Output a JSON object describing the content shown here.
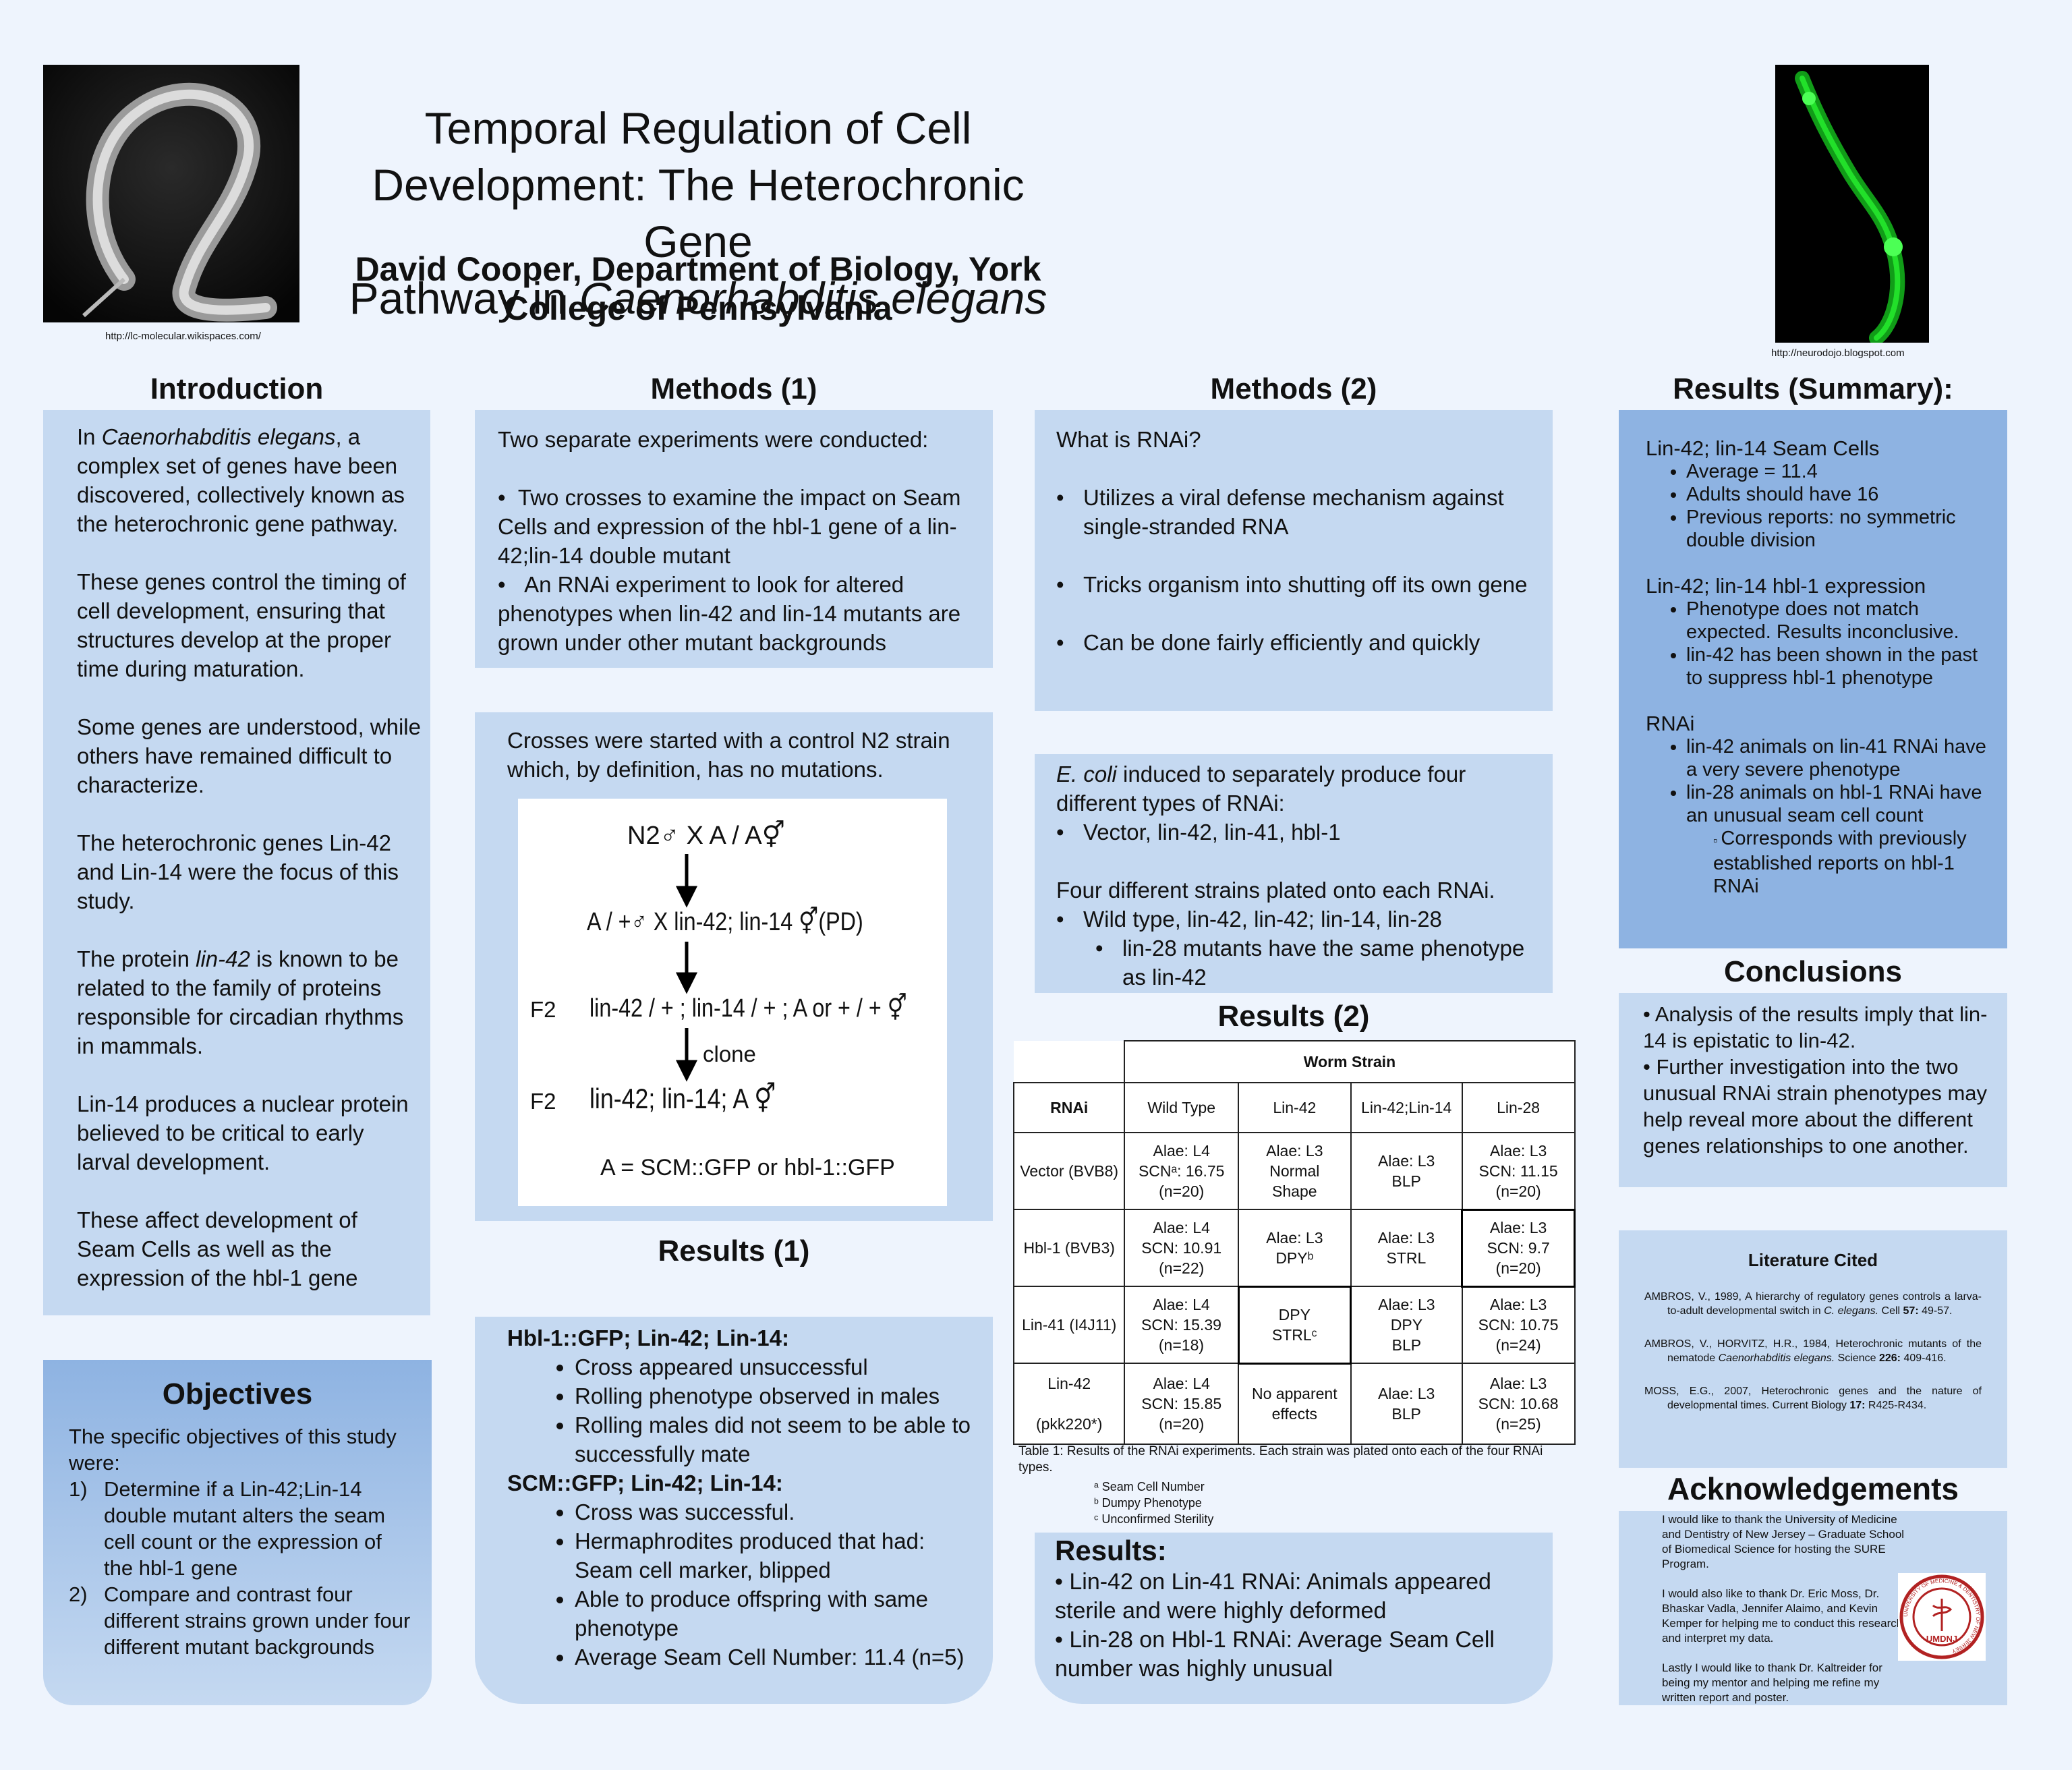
{
  "header": {
    "title_line1": "Temporal Regulation of Cell Development: The Heterochronic Gene",
    "title_line2_prefix": "Pathway in ",
    "title_line2_italic": "Caenorhabditis elegans",
    "author": "David Cooper, Department of Biology, York College of Pennsylvania",
    "left_image_credit": "http://lc-molecular.wikispaces.com/",
    "right_image_credit": "http://neurodojo.blogspot.com"
  },
  "introduction": {
    "heading": "Introduction",
    "p1_pre": "In ",
    "p1_italic": "Caenorhabditis elegans",
    "p1_post": ", a complex set of genes have been discovered, collectively known as the heterochronic gene pathway.",
    "p2": "These genes control the timing of cell development, ensuring that structures develop at the proper time during maturation.",
    "p3": "Some genes are understood, while others have remained difficult to characterize.",
    "p4": "The heterochronic genes Lin-42 and Lin-14 were the focus of this study.",
    "p5_pre": "The protein ",
    "p5_italic": "lin-42",
    "p5_post": " is known to be related to the family of proteins responsible for circadian rhythms in mammals.",
    "p6": "Lin-14 produces a nuclear protein believed to be critical to early larval development.",
    "p7": "These affect development of Seam Cells as well as the expression of the hbl-1 gene"
  },
  "objectives": {
    "heading": "Objectives",
    "intro": "The specific objectives of this study were:",
    "items": [
      {
        "num": "1)",
        "text": "Determine if a Lin-42;Lin-14 double mutant alters the seam cell count or the expression of the hbl-1 gene"
      },
      {
        "num": "2)",
        "text": "Compare and contrast four different strains grown under four different mutant backgrounds"
      }
    ]
  },
  "methods1": {
    "heading": "Methods (1)",
    "intro": "Two separate experiments were conducted:",
    "bullets": [
      "Two crosses to examine the impact on Seam Cells and expression of the hbl-1 gene of a lin-42;lin-14 double mutant",
      "An RNAi experiment to look for altered phenotypes when lin-42 and lin-14 mutants are grown under other mutant backgrounds"
    ],
    "cross_intro": "Crosses were started with a control N2 strain which, by definition, has no mutations.",
    "diagram": {
      "line1": "N2♂ X   A / A⚥",
      "line2": "A / +♂ X  lin-42; lin-14 ⚥(PD)",
      "f2a_label": "F2",
      "line3": "lin-42 / + ; lin-14 / + ; A or + / + ⚥",
      "clone": "clone",
      "f2b_label": "F2",
      "line4": "lin-42; lin-14; A ⚥",
      "legend": "A = SCM::GFP or hbl-1::GFP"
    }
  },
  "methods2": {
    "heading": "Methods (2)",
    "question": "What is RNAi?",
    "bullets": [
      "Utilizes a viral defense mechanism against single-stranded RNA",
      "Tricks organism into shutting off its own gene",
      "Can be done fairly efficiently and quickly"
    ],
    "ecoli_italic": "E. coli",
    "ecoli_rest": " induced to separately produce four different types of RNAi:",
    "ecoli_bullet": "Vector, lin-42, lin-41, hbl-1",
    "strains_intro": "Four different strains plated onto each RNAi.",
    "strains_bullet": "Wild type, lin-42, lin-42; lin-14, lin-28",
    "strains_sub": "lin-28 mutants have the same phenotype as lin-42"
  },
  "results1": {
    "heading": "Results (1)",
    "group1_title": "Hbl-1::GFP; Lin-42; Lin-14:",
    "group1_items": [
      "Cross appeared unsuccessful",
      "Rolling phenotype observed in males",
      "Rolling males did not seem to be able to successfully mate"
    ],
    "group2_title": "SCM::GFP; Lin-42; Lin-14:",
    "group2_items": [
      "Cross was successful.",
      "Hermaphrodites produced that had: Seam cell marker, blipped",
      "Able to produce offspring with same phenotype",
      "Average Seam Cell Number: 11.4 (n=5)"
    ]
  },
  "results2": {
    "heading": "Results (2)",
    "table": {
      "group_header": "Worm Strain",
      "rnai_header": "RNAi",
      "columns": [
        "Wild Type",
        "Lin-42",
        "Lin-42;Lin-14",
        "Lin-28"
      ],
      "rows": [
        {
          "rnai": "Vector (BVB8)",
          "cells": [
            [
              "Alae: L4",
              "SCNᵃ: 16.75",
              "(n=20)"
            ],
            [
              "Alae: L3",
              "Normal",
              "Shape"
            ],
            [
              "Alae: L3",
              "BLP"
            ],
            [
              "Alae: L3",
              "SCN: 11.15",
              "(n=20)"
            ]
          ]
        },
        {
          "rnai": "Hbl-1 (BVB3)",
          "cells": [
            [
              "Alae: L4",
              "SCN: 10.91",
              "(n=22)"
            ],
            [
              "Alae: L3",
              "DPYᵇ"
            ],
            [
              "Alae: L3",
              "STRL"
            ],
            [
              "Alae: L3",
              "SCN: 9.7",
              "(n=20)"
            ]
          ]
        },
        {
          "rnai": "Lin-41 (I4J11)",
          "cells": [
            [
              "Alae: L4",
              "SCN: 15.39",
              "(n=18)"
            ],
            [
              "DPY",
              "STRLᶜ"
            ],
            [
              "Alae: L3",
              "DPY",
              "BLP"
            ],
            [
              "Alae: L3",
              "SCN: 10.75",
              "(n=24)"
            ]
          ]
        },
        {
          "rnai": "Lin-42\n\n(pkk220*)",
          "cells": [
            [
              "Alae: L4",
              "SCN: 15.85",
              "(n=20)"
            ],
            [
              "No apparent",
              "effects"
            ],
            [
              "Alae: L3",
              "BLP"
            ],
            [
              "Alae: L3",
              "SCN: 10.68",
              "(n=25)"
            ]
          ]
        }
      ]
    },
    "caption": "Table 1: Results of the RNAi experiments. Each strain was plated onto each of the four RNAi types.",
    "footnotes": [
      "ᵃ Seam Cell Number",
      "ᵇ Dumpy Phenotype",
      "ᶜ Unconfirmed Sterility"
    ],
    "results_title": "Results:",
    "results_items": [
      "• Lin-42 on Lin-41 RNAi: Animals appeared sterile and were highly deformed",
      "•   Lin-28 on Hbl-1 RNAi: Average Seam Cell number was highly unusual"
    ]
  },
  "summary": {
    "heading": "Results (Summary):",
    "s1_title": "Lin-42; lin-14 Seam Cells",
    "s1_items": [
      "Average = 11.4",
      "Adults should have 16",
      "Previous reports: no symmetric double division"
    ],
    "s2_title": "Lin-42; lin-14 hbl-1 expression",
    "s2_items": [
      "Phenotype does not match expected. Results inconclusive.",
      "lin-42 has been shown in the past to suppress hbl-1 phenotype"
    ],
    "s3_title": "RNAi",
    "s3_items": [
      "lin-42 animals on lin-41 RNAi have a very severe phenotype",
      "lin-28 animals on hbl-1 RNAi have an unusual seam cell count"
    ],
    "s3_sub": "Corresponds with previously established reports on hbl-1 RNAi"
  },
  "conclusions": {
    "heading": "Conclusions",
    "items": [
      "•  Analysis of the results imply that lin-14 is epistatic to lin-42.",
      "•  Further investigation into the two unusual RNAi strain phenotypes may help reveal more about the different genes relationships to one another."
    ]
  },
  "literature": {
    "heading": "Literature Cited",
    "entries": [
      {
        "pre": "AMBROS, V., 1989, A hierarchy of regulatory genes controls a larva-to-adult developmental switch in ",
        "ital": "C. elegans.",
        "post": " Cell ",
        "bold": "57:",
        "end": " 49-57."
      },
      {
        "pre": "AMBROS, V., HORVITZ, H.R., 1984, Heterochronic mutants of the nematode ",
        "ital": "Caenorhabditis elegans.",
        "post": " Science ",
        "bold": "226:",
        "end": " 409-416."
      },
      {
        "pre": "MOSS, E.G., 2007, Heterochronic genes and the nature of developmental times.   Current Biology ",
        "ital": "",
        "post": "",
        "bold": "17:",
        "end": " R425-R434."
      }
    ]
  },
  "acknowledgements": {
    "heading": "Acknowledgements",
    "p1": "I would like to thank the University of Medicine and Dentistry of New Jersey – Graduate School of Biomedical Science for hosting the SURE Program.",
    "p2": "I would also like to thank Dr. Eric Moss, Dr. Bhaskar Vadla, Jennifer Alaimo, and Kevin Kemper for helping me to conduct this research and interpret my data.",
    "p3": "Lastly I would like to thank Dr. Kaltreider for being my mentor and helping me refine my written report and poster.",
    "seal_text": "UMDNJ",
    "seal_ring": "UNIVERSITY OF MEDICINE & DENTISTRY OF NEW JERSEY"
  },
  "colors": {
    "background": "#eef4fd",
    "panel": "#c5d9f1",
    "panel_dark": "#8eb3e2",
    "gfp_green": "#22e02a",
    "seal_red": "#b22222"
  }
}
